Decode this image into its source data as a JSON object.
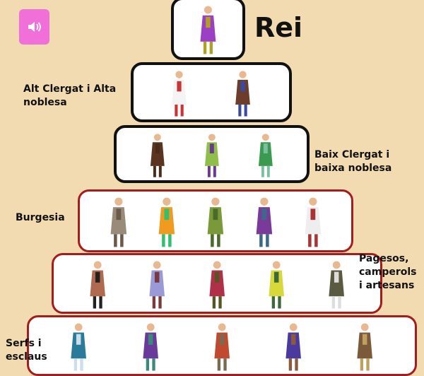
{
  "sound_button": {
    "icon": "speaker-icon",
    "color": "#f06fd8"
  },
  "levels": [
    {
      "label": "Rei",
      "figures": [
        {
          "body": "#9b3fc4",
          "accent": "#b0a020"
        }
      ]
    },
    {
      "label": "Alt Clergat i Alta noblesa",
      "figures": [
        {
          "body": "#f4f4f4",
          "accent": "#c33"
        },
        {
          "body": "#6b3d2a",
          "accent": "#3a4aa0"
        }
      ]
    },
    {
      "label": "Baix Clergat i baixa noblesa",
      "figures": [
        {
          "body": "#5a3420",
          "accent": "#4a2a18"
        },
        {
          "body": "#8fbf4a",
          "accent": "#6a3a90"
        },
        {
          "body": "#3a9a50",
          "accent": "#7ac0a0"
        }
      ]
    },
    {
      "label": "Burgesia",
      "figures": [
        {
          "body": "#998a7a",
          "accent": "#6a5a4a"
        },
        {
          "body": "#f09a20",
          "accent": "#30c070"
        },
        {
          "body": "#7a9a3a",
          "accent": "#4a6a2a"
        },
        {
          "body": "#7a3a9a",
          "accent": "#3a6a8a"
        },
        {
          "body": "#eeeeee",
          "accent": "#a33"
        }
      ]
    },
    {
      "label": "Pagesos, camperols i artesans",
      "figures": [
        {
          "body": "#b06a50",
          "accent": "#222"
        },
        {
          "body": "#9a9ad8",
          "accent": "#7a3a3a"
        },
        {
          "body": "#b0304a",
          "accent": "#555522"
        },
        {
          "body": "#d8d83a",
          "accent": "#3a6a3a"
        },
        {
          "body": "#5a5a40",
          "accent": "#ddd"
        }
      ]
    },
    {
      "label": "Serfs i esclaus",
      "figures": [
        {
          "body": "#2a7a9a",
          "accent": "#cde"
        },
        {
          "body": "#6a3a9a",
          "accent": "#3a8a7a"
        },
        {
          "body": "#c04a30",
          "accent": "#7a6a50"
        },
        {
          "body": "#4a3aa0",
          "accent": "#8a5a3a"
        },
        {
          "body": "#7a5a3a",
          "accent": "#c0a060"
        }
      ]
    }
  ]
}
